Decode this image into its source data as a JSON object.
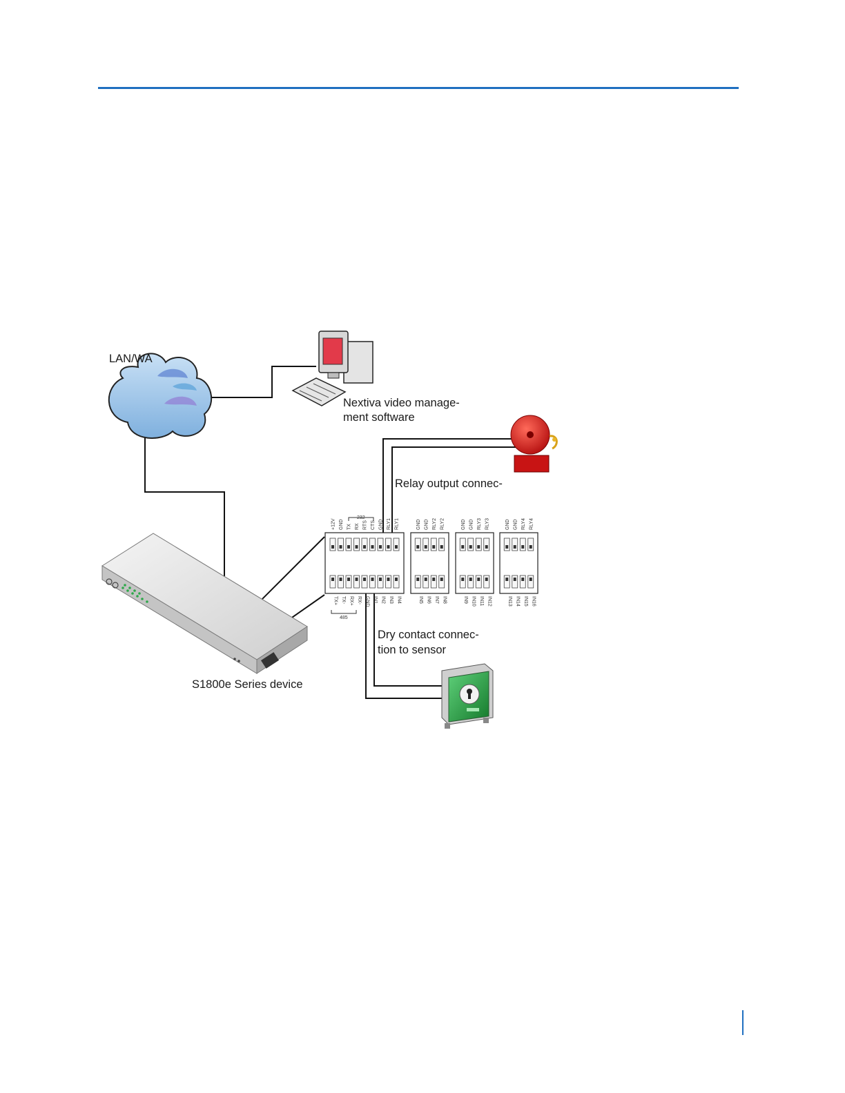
{
  "diagram": {
    "labels": {
      "network": "LAN/WA",
      "software_line1": "Nextiva video manage-",
      "software_line2": "ment software",
      "relay": "Relay output connec-",
      "dry_line1": "Dry contact connec-",
      "dry_line2": "tion to sensor",
      "device": "S1800e Series device"
    },
    "terminals": {
      "block1_top": [
        "+12V",
        "GND",
        "TX",
        "RX",
        "RTS",
        "CTS",
        "GND",
        "RLY1",
        "RLY1"
      ],
      "block1_bottom": [
        "TX+",
        "TX-",
        "RX+",
        "RX-",
        "GND",
        "IN1",
        "IN2",
        "IN3",
        "IN4"
      ],
      "block2_top": [
        "GND",
        "GND",
        "RLY2",
        "RLY2"
      ],
      "block2_bottom": [
        "IN5",
        "IN6",
        "IN7",
        "IN8"
      ],
      "block3_top": [
        "GND",
        "GND",
        "RLY3",
        "RLY3"
      ],
      "block3_bottom": [
        "IN9",
        "IN10",
        "IN11",
        "IN12"
      ],
      "block4_top": [
        "GND",
        "GND",
        "RLY4",
        "RLY4"
      ],
      "block4_bottom": [
        "IN13",
        "IN14",
        "IN15",
        "IN16"
      ],
      "rs232": "232",
      "rs485": "485"
    },
    "colors": {
      "accent_rule": "#1f6fc0",
      "bell": "#d41a1a",
      "safe_door": "#1f9a3a",
      "cloud": "#9cc4e8"
    }
  }
}
